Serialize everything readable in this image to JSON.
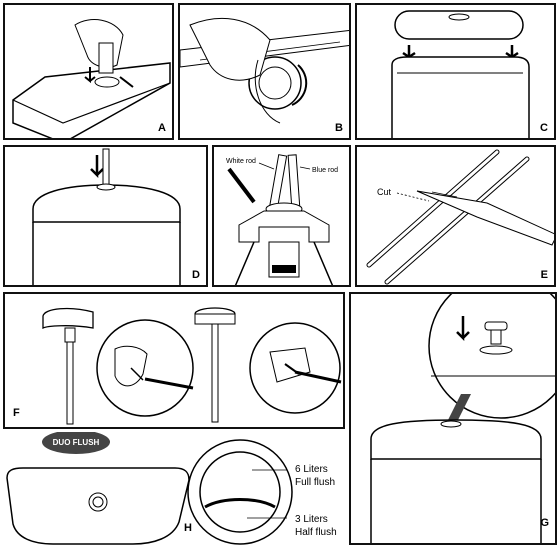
{
  "panels": {
    "a": {
      "label": "A"
    },
    "b": {
      "label": "B"
    },
    "c": {
      "label": "C"
    },
    "d": {
      "label": "D"
    },
    "e": {
      "label": "E",
      "cut": "Cut"
    },
    "f": {
      "label": "F"
    },
    "g": {
      "label": "G"
    },
    "h": {
      "label": "H",
      "logo": "DUO FLUSH"
    },
    "center": {
      "white_rod": "White rod",
      "blue_rod": "Blue rod"
    },
    "flush": {
      "full_volume": "6 Liters",
      "full_label": "Full flush",
      "half_volume": "3 Liters",
      "half_label": "Half flush"
    }
  }
}
